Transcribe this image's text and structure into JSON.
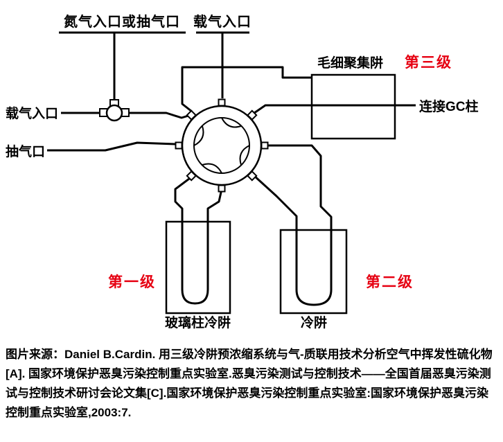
{
  "diagram": {
    "labels": {
      "n2_inlet": "氮气入口或抽气口",
      "carrier_top": "载气入口",
      "carrier_left": "载气入口",
      "pump_port": "抽气口",
      "capillary_trap": "毛细聚集阱",
      "gc_column": "连接GC柱",
      "trap1": "玻璃柱冷阱",
      "trap2": "冷阱"
    },
    "stages": {
      "stage1": "第一级",
      "stage2": "第二级",
      "stage3": "第三级"
    },
    "stage_color": "#e60012",
    "line_color": "#000000"
  },
  "caption": {
    "lines": [
      "图片来源：Daniel B.Cardin. 用三级冷阱预浓缩系统与气-质联用技术分析空气中挥发性硫化物",
      "[A]. 国家环境保护恶臭污染控制重点实验室.恶臭污染测试与控制技术——全国首届恶臭污染测",
      "试与控制技术研讨会论文集[C].国家环境保护恶臭污染控制重点实验室:国家环境保护恶臭污染",
      "控制重点实验室,2003:7."
    ]
  }
}
